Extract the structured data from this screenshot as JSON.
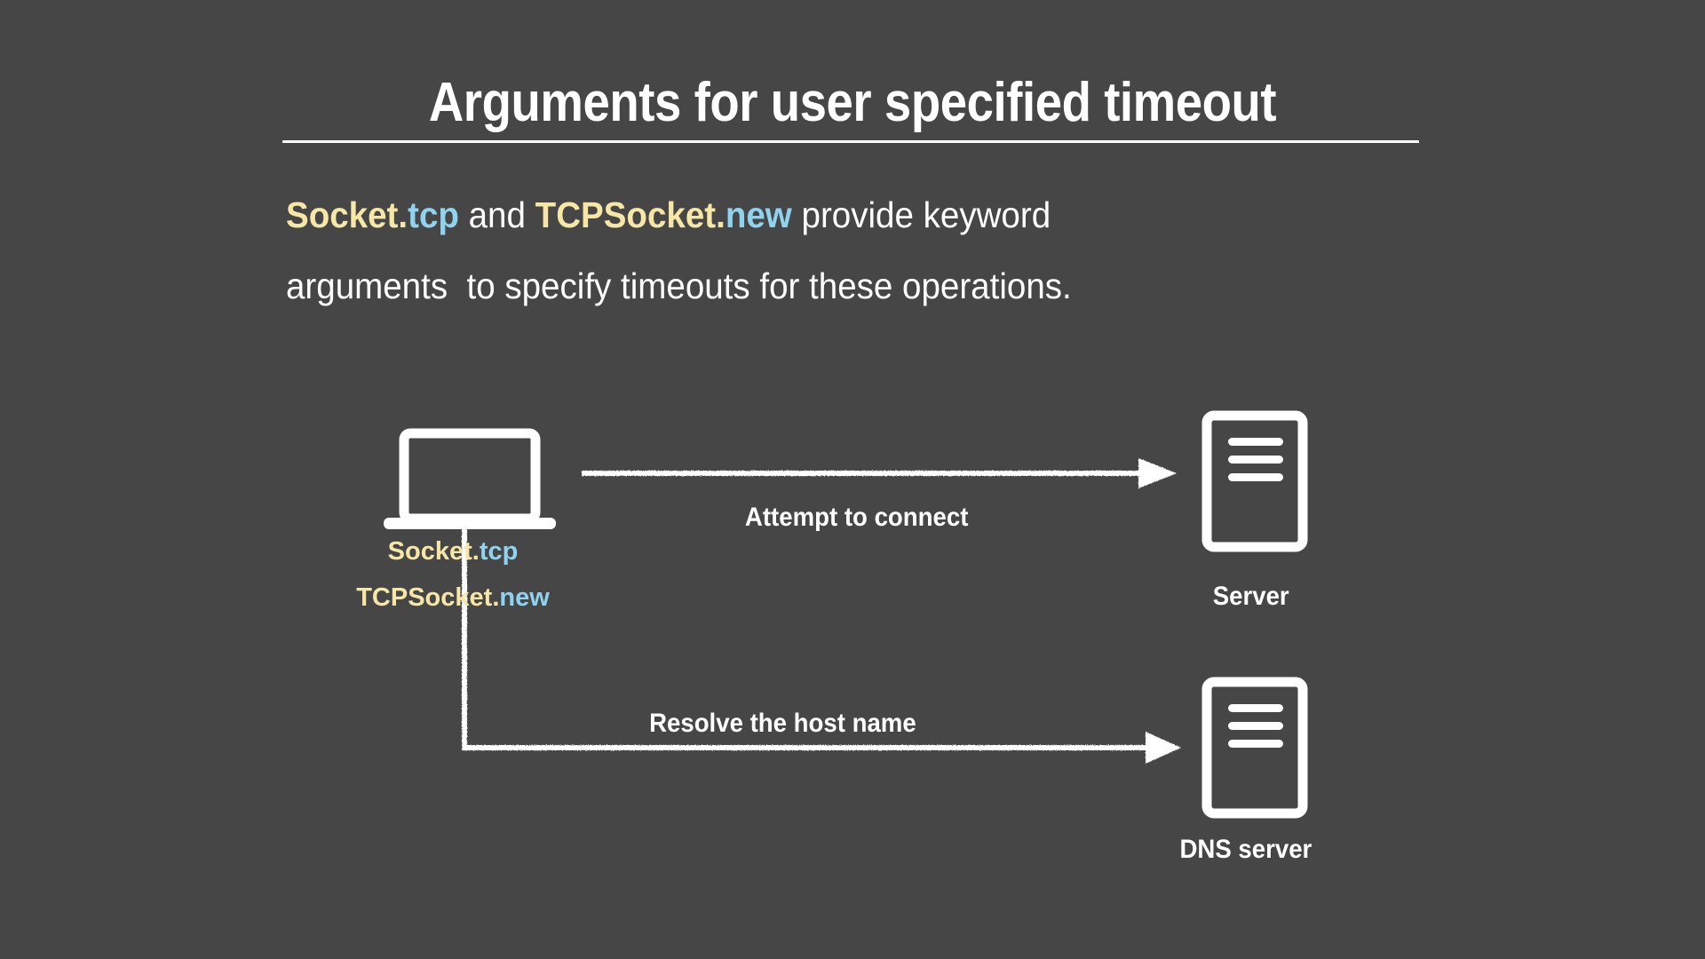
{
  "slide": {
    "title": "Arguments for user specified timeout",
    "body": {
      "line1_part1": "Socket",
      "line1_dot1": ".",
      "line1_method1": "tcp",
      "line1_part2": " and ",
      "line1_part3": "TCPSocket",
      "line1_dot2": ".",
      "line1_method2": "new",
      "line1_part4": " provide keyword",
      "line2": "arguments  to specify timeouts for these operations."
    },
    "diagram": {
      "client": {
        "icon": "laptop-icon",
        "label_line1_class": "Socket",
        "label_line1_dot": ".",
        "label_line1_method": "tcp",
        "label_line2_class": "TCPSocket",
        "label_line2_dot": ".",
        "label_line2_method": "new"
      },
      "arrows": [
        {
          "name": "attempt-to-connect",
          "label": "Attempt to connect",
          "style": "straight"
        },
        {
          "name": "resolve-host-name",
          "label": "Resolve the host name",
          "style": "elbow"
        }
      ],
      "nodes": [
        {
          "name": "server",
          "icon": "server-icon",
          "label": "Server"
        },
        {
          "name": "dns-server",
          "icon": "server-icon",
          "label": "DNS server"
        }
      ]
    },
    "colors": {
      "background": "#464646",
      "foreground": "#ffffff",
      "class_name": "#f6e7a6",
      "method_name": "#8fd3ef"
    }
  }
}
